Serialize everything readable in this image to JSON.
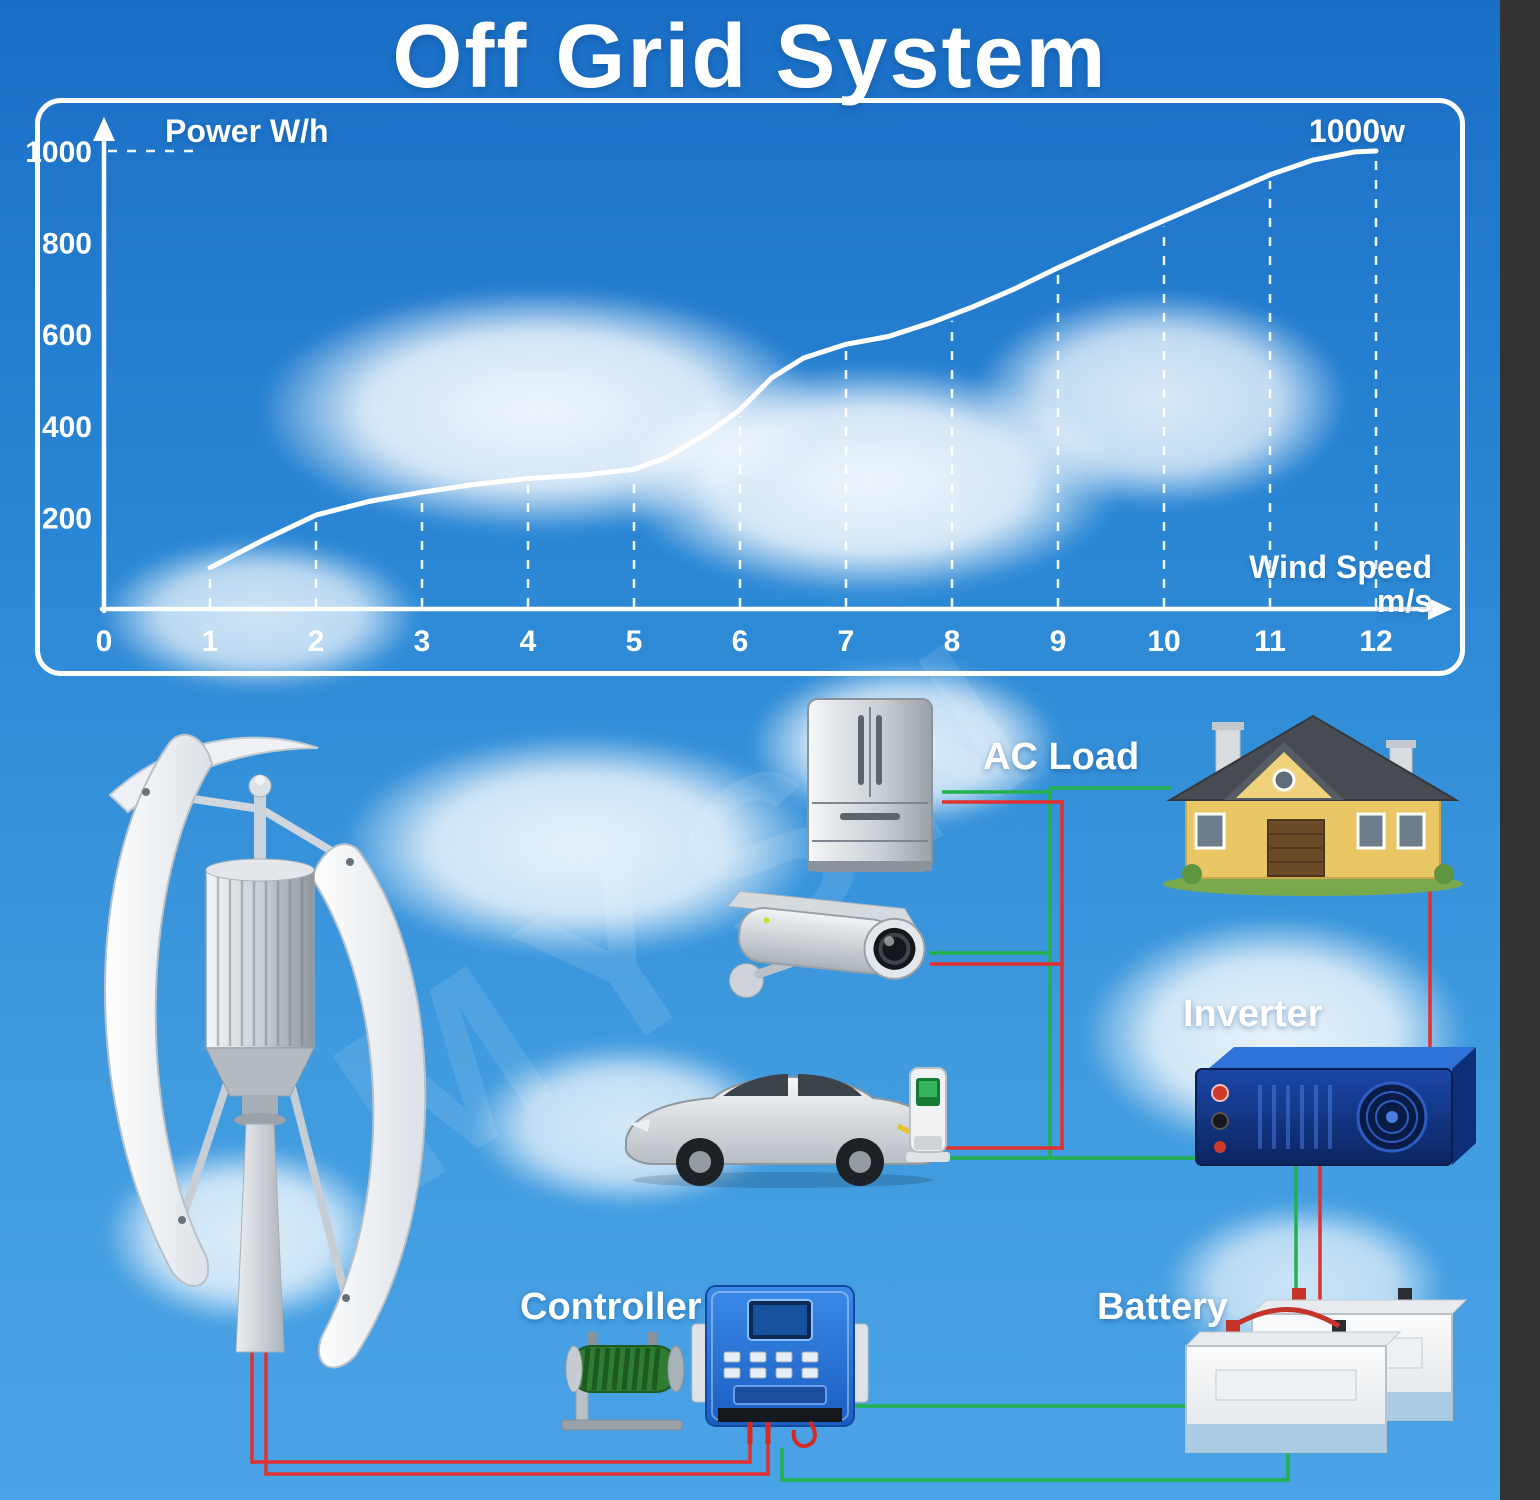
{
  "title": "Off Grid System",
  "watermark": "MYSN",
  "chart": {
    "power_axis_label": "Power  W/h",
    "max_power_label": "1000w",
    "wind_speed_label_line1": "Wind Speed",
    "wind_speed_label_line2": "m/s"
  },
  "chart_data": {
    "type": "line",
    "title": "",
    "xlabel": "Wind Speed m/s",
    "ylabel": "Power W/h",
    "x_ticks": [
      "0",
      "1",
      "2",
      "3",
      "4",
      "5",
      "6",
      "7",
      "8",
      "9",
      "10",
      "11",
      "12"
    ],
    "y_ticks": [
      "1000",
      "800",
      "600",
      "400",
      "200"
    ],
    "xlim": [
      0,
      12.6
    ],
    "ylim": [
      0,
      1090
    ],
    "grid": "dashed-vertical",
    "line_color": "#ffffff",
    "x": [
      1,
      1.5,
      2,
      2.5,
      3,
      3.5,
      4,
      4.5,
      5,
      5.3,
      5.7,
      6,
      6.3,
      6.6,
      7,
      7.4,
      7.8,
      8.2,
      8.6,
      9,
      9.5,
      10,
      10.5,
      11,
      11.4,
      11.8,
      12
    ],
    "y": [
      90,
      150,
      205,
      235,
      255,
      272,
      285,
      292,
      305,
      330,
      385,
      435,
      505,
      548,
      578,
      595,
      625,
      660,
      700,
      745,
      798,
      848,
      898,
      948,
      980,
      998,
      1000
    ]
  },
  "diagram": {
    "ac_load_label": "AC Load",
    "inverter_label": "Inverter",
    "battery_label": "Battery",
    "controller_label": "Controller",
    "components": [
      "wind-turbine",
      "refrigerator",
      "cctv-camera",
      "electric-car",
      "ev-charger",
      "house",
      "inverter",
      "battery-bank",
      "charge-controller",
      "dump-load-resistor"
    ]
  },
  "colors": {
    "sky_top": "#1a6ec6",
    "sky_bottom": "#4aa3e6",
    "curve": "#ffffff",
    "wire_green": "#22b14c",
    "wire_red": "#e03131",
    "text": "#ffffff"
  }
}
